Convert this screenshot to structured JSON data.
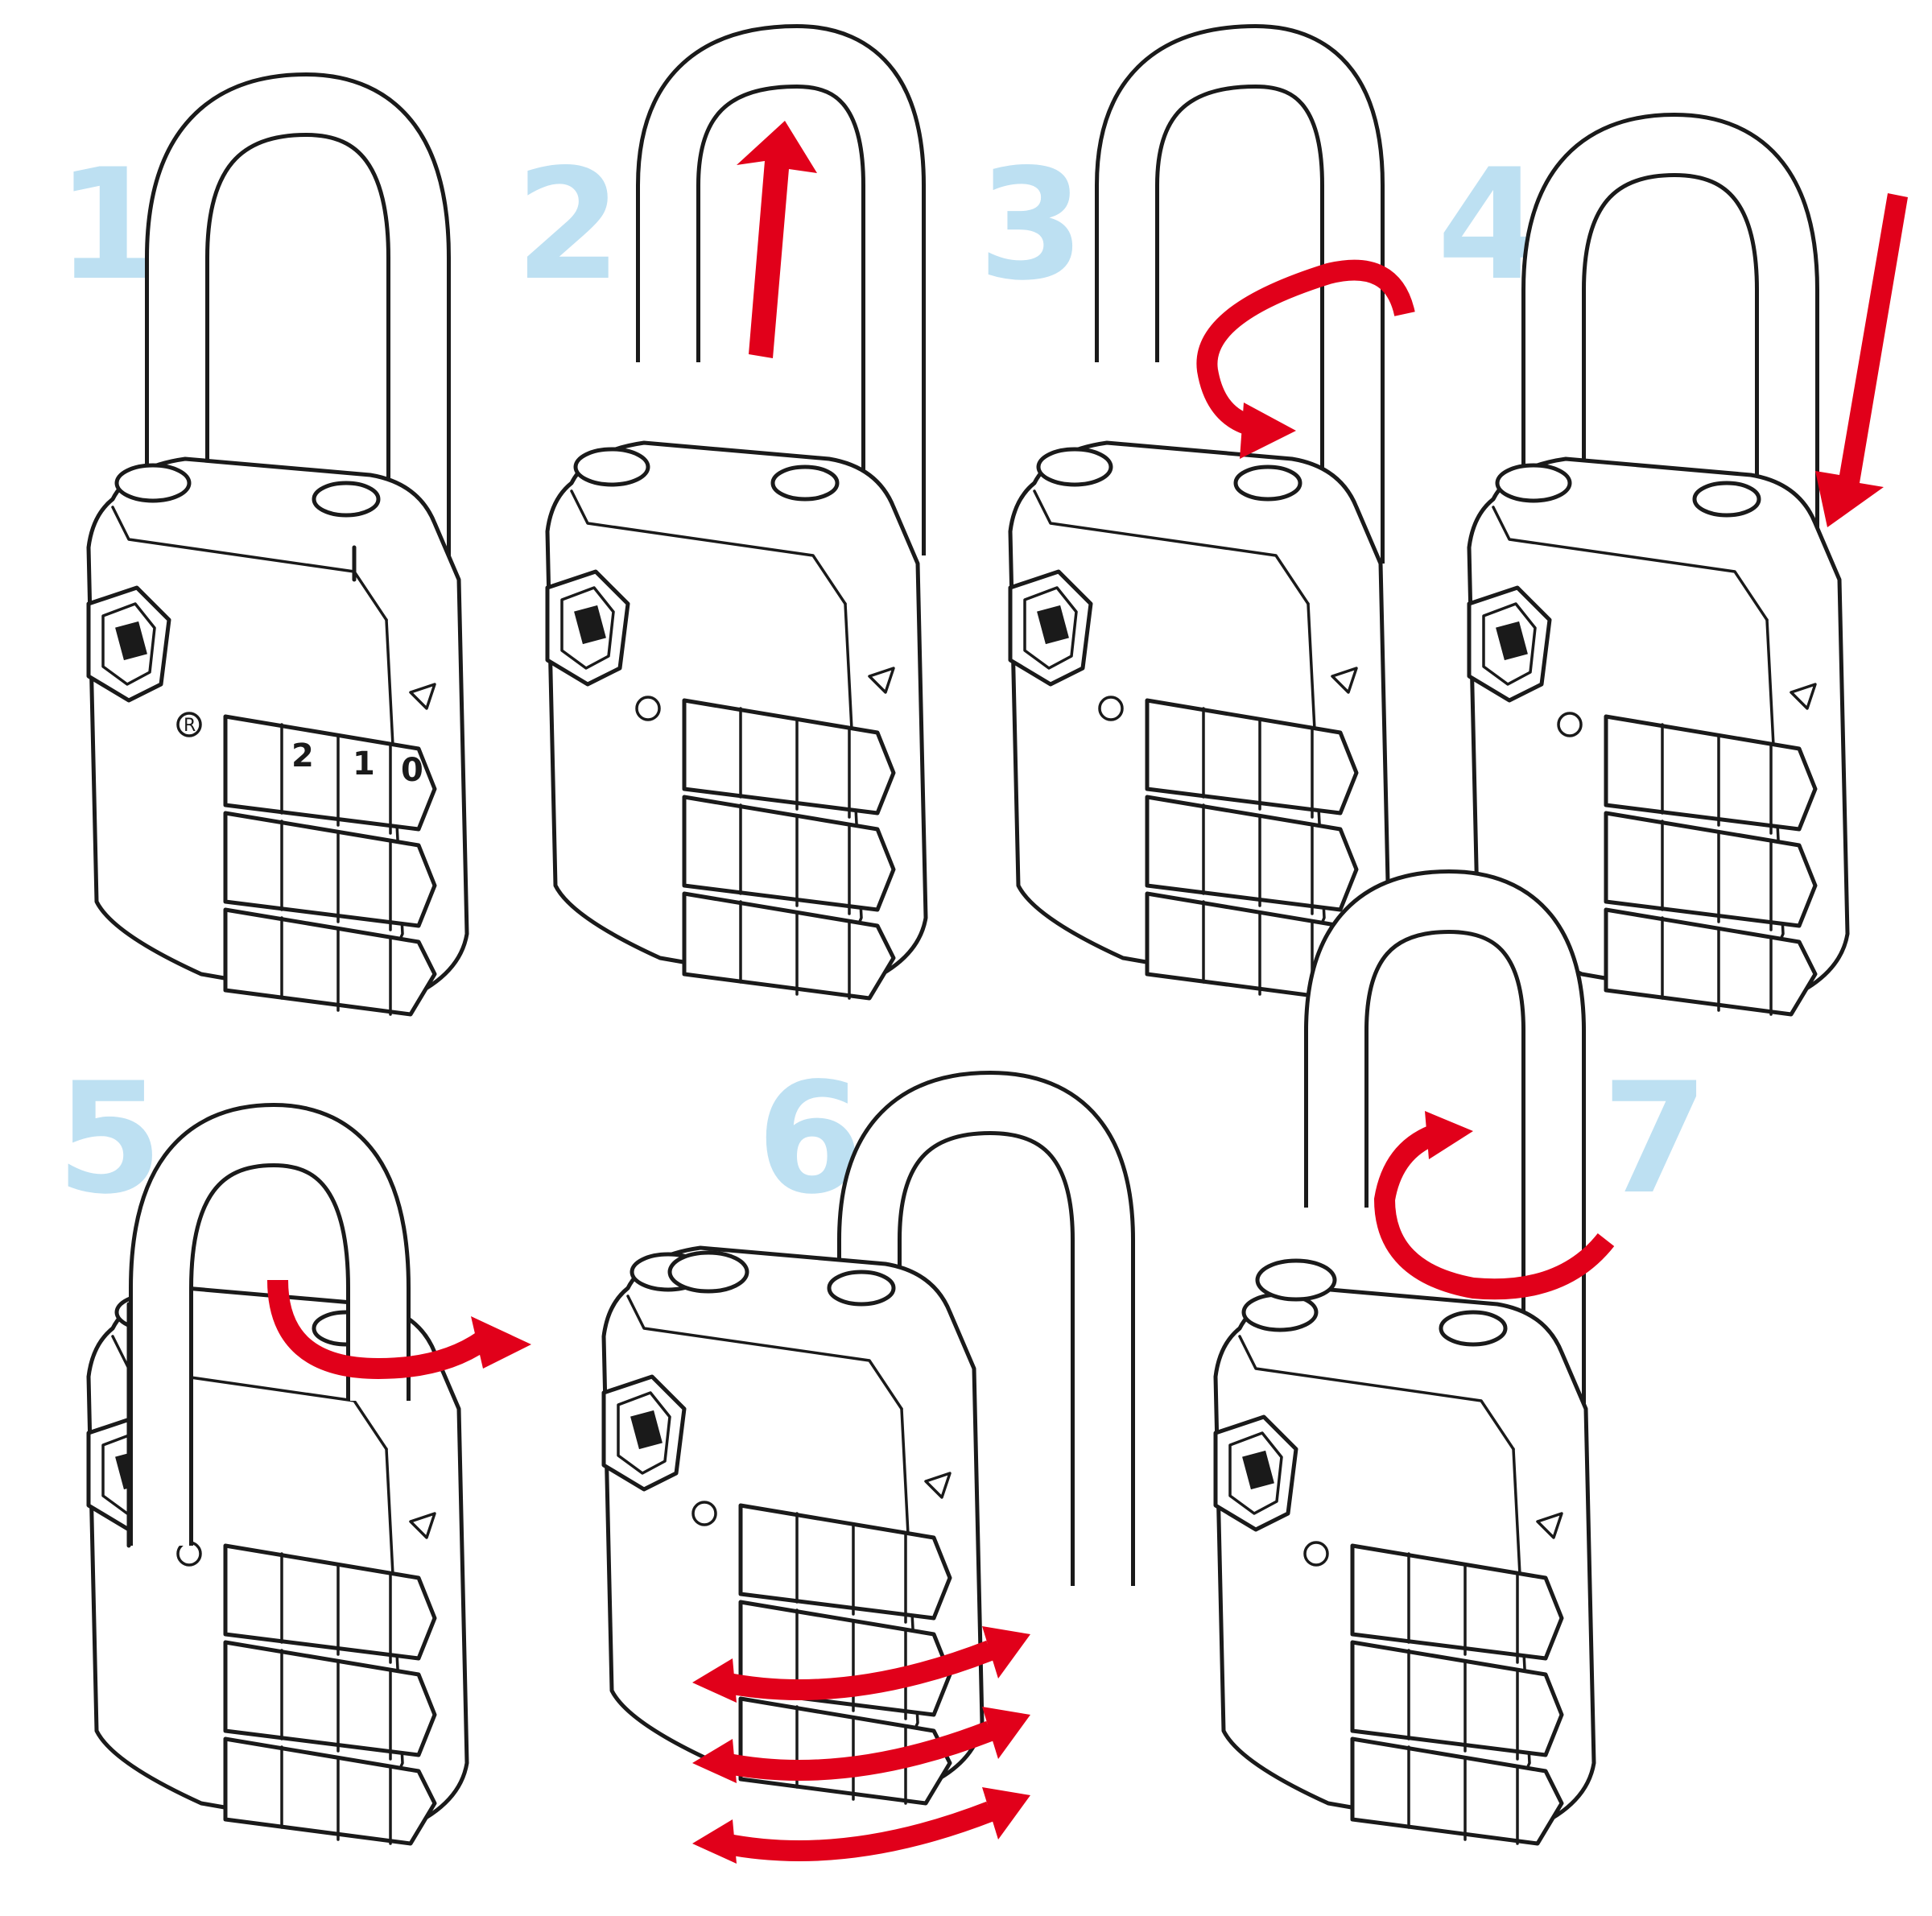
{
  "steps": [
    {
      "number": "1",
      "state": "locked"
    },
    {
      "number": "2",
      "state": "pull shackle up"
    },
    {
      "number": "3",
      "state": "rotate shackle"
    },
    {
      "number": "4",
      "state": "push shackle down"
    },
    {
      "number": "5",
      "state": "rotate shackle back"
    },
    {
      "number": "6",
      "state": "set new combination"
    },
    {
      "number": "7",
      "state": "rotate shackle"
    }
  ],
  "dial": {
    "digits": [
      "2",
      "1",
      "0"
    ]
  },
  "registered_mark": "R",
  "colors": {
    "number": "#bde0f2",
    "arrow": "#e1001a",
    "ink": "#1a1a1a"
  }
}
